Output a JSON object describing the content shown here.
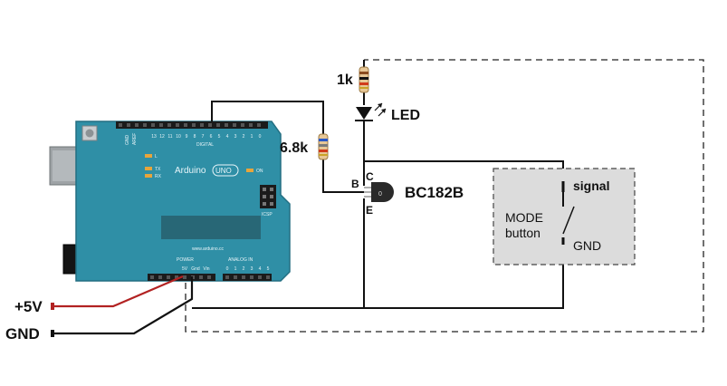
{
  "labels": {
    "resistor_top": "1k",
    "led": "LED",
    "resistor_base": "6.8k",
    "transistor": "BC182B",
    "pin_c": "C",
    "pin_b": "B",
    "pin_e": "E",
    "button_title_1": "MODE",
    "button_title_2": "button",
    "button_signal": "signal",
    "button_gnd": "GND",
    "supply_5v": "+5V",
    "supply_gnd": "GND"
  },
  "board": {
    "brand": "Arduino",
    "model": "UNO",
    "on_label": "ON",
    "url": "www.arduino.cc",
    "digital_label": "DIGITAL",
    "power_label": "POWER",
    "analog_label": "ANALOG IN",
    "icsp_label": "ICSP",
    "tx_label": "TX",
    "rx_label": "RX",
    "l_label": "L",
    "aref_label": "AREF",
    "gnd_header_label": "GND",
    "digital_pins": [
      "13",
      "12",
      "11",
      "10",
      "9",
      "8",
      "7",
      "6",
      "5",
      "4",
      "3",
      "2",
      "1",
      "0"
    ],
    "power_pins": [
      "5V",
      "Gnd",
      "Vin"
    ],
    "analog_pins": [
      "0",
      "1",
      "2",
      "3",
      "4",
      "5"
    ]
  },
  "colors": {
    "board": "#2f8fa6",
    "board_dark": "#236f82",
    "wire": "#111111",
    "wire_5v": "#b22222",
    "button_fill": "#dcdcdc"
  }
}
